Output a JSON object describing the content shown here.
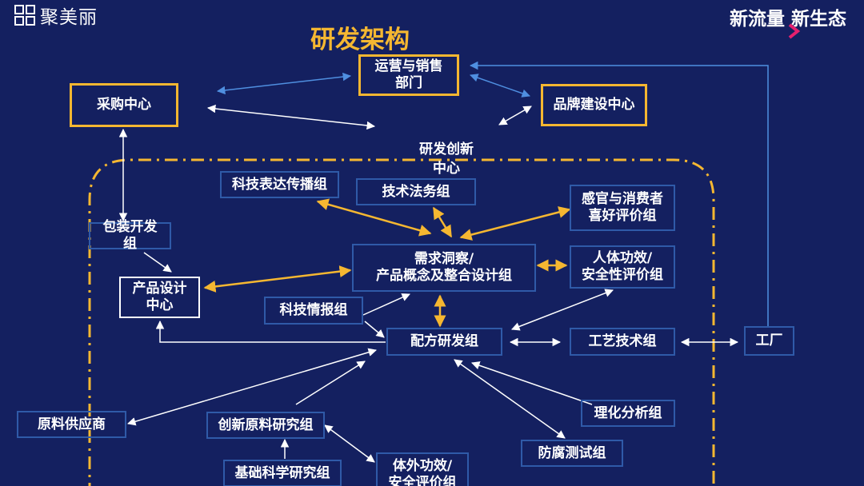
{
  "header": {
    "logo_text": "聚美丽",
    "slogan": "新流量 新生态",
    "title": "研发架构"
  },
  "diagram": {
    "center_label": "研发创新\n中心",
    "nodes": {
      "ops": "运营与销售\n部门",
      "purchase": "采购中心",
      "brand": "品牌建设中心",
      "tech_comm": "科技表达传播组",
      "legal": "技术法务组",
      "sensory": "感官与消费者\n喜好评价组",
      "packaging": "包装开发\n组",
      "needs": "需求洞察/\n产品概念及整合设计组",
      "human": "人体功效/\n安全性评价组",
      "product_design": "产品设计\n中心",
      "intel": "科技情报组",
      "formula": "配方研发组",
      "process": "工艺技术组",
      "factory": "工厂",
      "supplier": "原料供应商",
      "innov_material": "创新原料研究组",
      "phys_chem": "理化分析组",
      "preservation": "防腐测试组",
      "basic_science": "基础科学研究组",
      "invitro": "体外功效/\n安全评价组"
    }
  }
}
